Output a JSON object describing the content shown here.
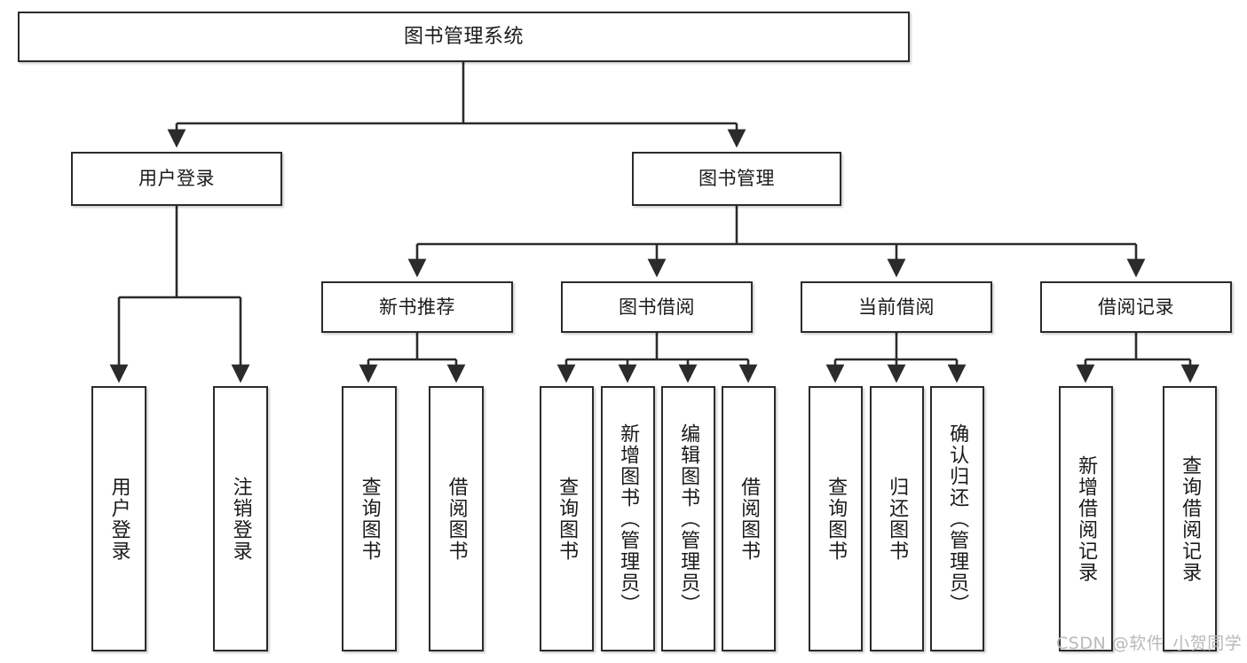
{
  "diagram": {
    "title": "图书管理系统",
    "watermark": "CSDN @软件_小贺同学",
    "line_color": "#2b2b2b",
    "box_border_color": "#2b2b2b",
    "box_fill_color": "#ffffff",
    "text_color": "#1a1a1a",
    "nodes": {
      "root": {
        "label": "图书管理系统"
      },
      "level2": [
        {
          "label": "用户登录"
        },
        {
          "label": "图书管理"
        }
      ],
      "level3": [
        {
          "label": "新书推荐"
        },
        {
          "label": "图书借阅"
        },
        {
          "label": "当前借阅"
        },
        {
          "label": "借阅记录"
        }
      ],
      "leaves": {
        "user_login": [
          {
            "label": "用户登录"
          },
          {
            "label": "注销登录"
          }
        ],
        "new_book_recommend": [
          {
            "label": "查询图书"
          },
          {
            "label": "借阅图书"
          }
        ],
        "book_borrow": [
          {
            "label": "查询图书"
          },
          {
            "label": "新增图书（管理员）"
          },
          {
            "label": "编辑图书（管理员）"
          },
          {
            "label": "借阅图书"
          }
        ],
        "current_borrow": [
          {
            "label": "查询图书"
          },
          {
            "label": "归还图书"
          },
          {
            "label": "确认归还（管理员）"
          }
        ],
        "borrow_record": [
          {
            "label": "新增借阅记录"
          },
          {
            "label": "查询借阅记录"
          }
        ]
      }
    }
  }
}
